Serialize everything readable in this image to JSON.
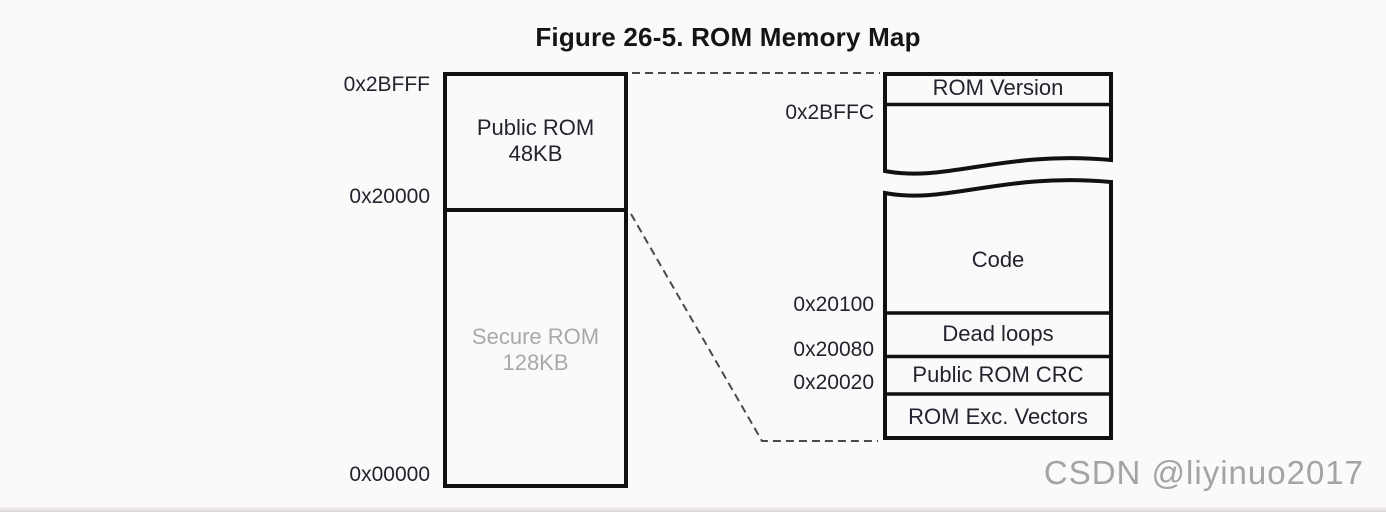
{
  "figure": {
    "title": "Figure 26-5. ROM Memory Map"
  },
  "left_block": {
    "sections": [
      {
        "label": "Public ROM",
        "size": "48KB",
        "top_address": "0x2BFFF",
        "bottom_address": "0x20000"
      },
      {
        "label": "Secure ROM",
        "size": "128KB",
        "bottom_address": "0x00000"
      }
    ]
  },
  "right_block": {
    "sections": [
      {
        "label": "ROM Version",
        "bottom_address": "0x2BFFC"
      },
      {
        "label": "Code",
        "bottom_address": "0x20100"
      },
      {
        "label": "Dead loops",
        "bottom_address": "0x20080"
      },
      {
        "label": "Public ROM CRC",
        "bottom_address": "0x20020"
      },
      {
        "label": "ROM Exc. Vectors"
      }
    ]
  },
  "watermark": "CSDN @liyinuo2017",
  "colors": {
    "line": "#111111",
    "dash_line": "#4a4a4a",
    "text": "#23232e",
    "muted_text": "#a9a9a9",
    "watermark_text": "#a4a4a4",
    "background": "#fbfafa"
  }
}
